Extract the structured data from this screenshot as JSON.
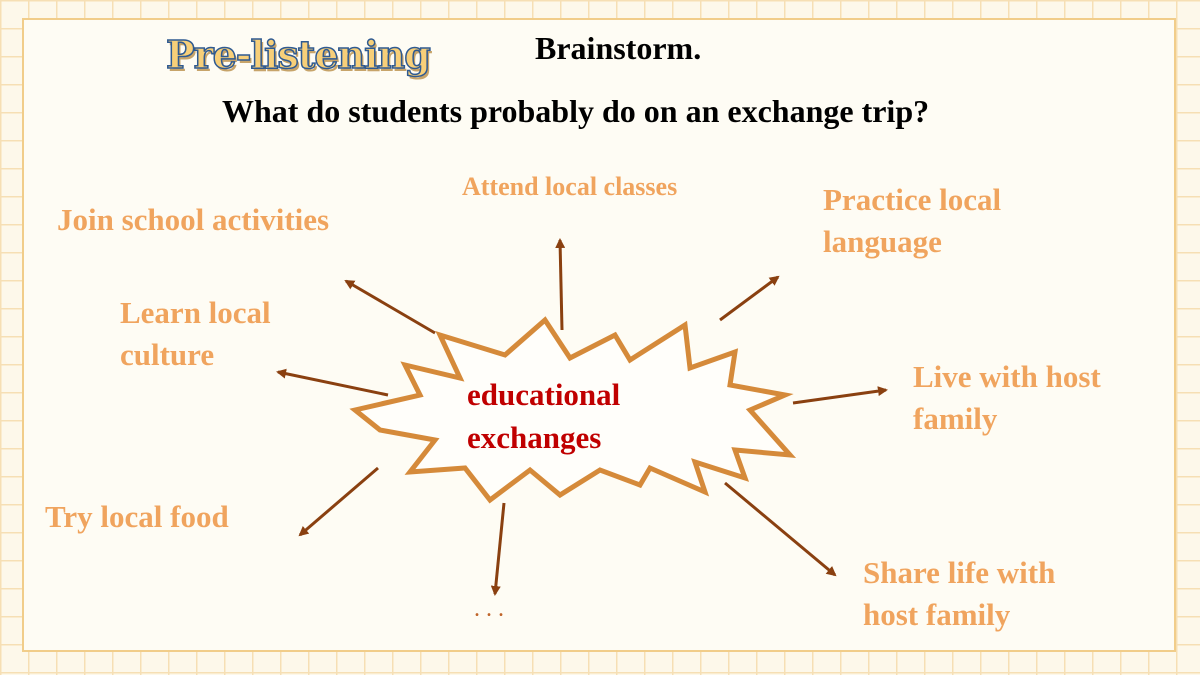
{
  "section_label": "Pre-listening",
  "heading": "Brainstorm.",
  "question": "What do students probably do on an exchange trip?",
  "center": {
    "line1": "educational",
    "line2": "exchanges"
  },
  "ideas": {
    "attend": "Attend local classes",
    "join": "Join school activities",
    "practice_l1": "Practice local",
    "practice_l2": "language",
    "learn_l1": "Learn local",
    "learn_l2": "culture",
    "live_l1": "Live with host",
    "live_l2": "family",
    "food": "Try local food",
    "share_l1": "Share life with",
    "share_l2": "host family",
    "more": "..."
  },
  "colors": {
    "idea_text": "#f0a45e",
    "center_text": "#c00000",
    "arrows": "#8a4010",
    "burst_outline": "#d58a3a",
    "grid": "#f6dfb4"
  }
}
